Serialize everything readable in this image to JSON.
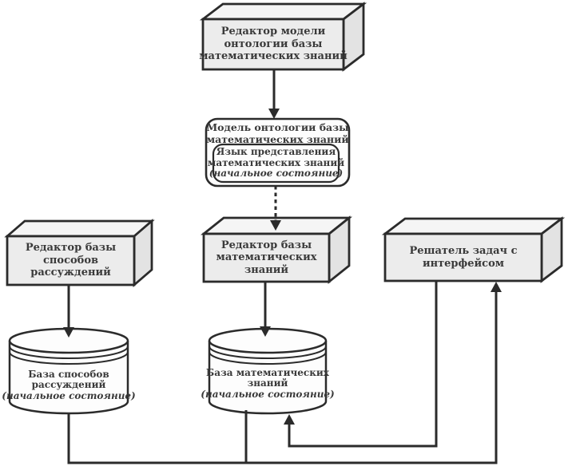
{
  "colors": {
    "line": "#2b2b2b",
    "text": "#3a3a3a",
    "box-fill": "#ececec",
    "box-top-fill": "#f5f5f5",
    "box-side-fill": "#e3e3e3",
    "white-fill": "#fdfdfd",
    "background": "#ffffff"
  },
  "nodes": {
    "ontology_editor": {
      "lines": [
        "Редактор модели",
        "онтологии базы",
        "математических знаний"
      ]
    },
    "ontology_model": {
      "lines": [
        "Модель онтологии базы",
        "математических знаний"
      ]
    },
    "representation_language": {
      "lines": [
        "Язык представления",
        "математических знаний"
      ],
      "state": "(начальное состояние)"
    },
    "reasoning_editor": {
      "lines": [
        "Редактор базы",
        "способов",
        "рассуждений"
      ]
    },
    "math_kb_editor": {
      "lines": [
        "Редактор базы",
        "математических",
        "знаний"
      ]
    },
    "solver": {
      "lines": [
        "Решатель задач с",
        "интерфейсом"
      ]
    },
    "reasoning_db": {
      "lines": [
        "База способов",
        "рассуждений"
      ],
      "state": "(начальное состояние)"
    },
    "math_db": {
      "lines": [
        "База математических",
        "знаний"
      ],
      "state": "(начальное состояние)"
    }
  }
}
